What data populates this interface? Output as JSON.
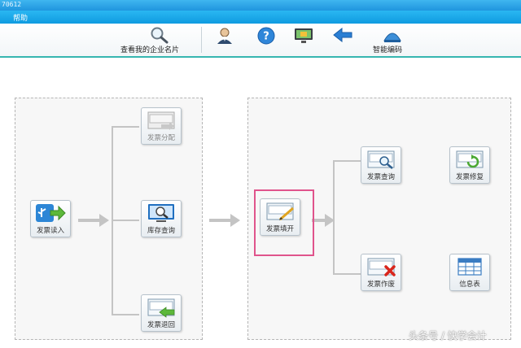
{
  "titlebar": {
    "text": "70612"
  },
  "menubar": {
    "help": "帮助"
  },
  "toolbar": {
    "card_label": "查看我的企业名片",
    "encoding_label": "智能编码"
  },
  "left_panel": {
    "read": "发票读入",
    "allocate": "发票分配",
    "stock": "库存查询",
    "return": "发票退回"
  },
  "right_panel": {
    "fill": "发票填开",
    "query": "发票查询",
    "repair": "发票修复",
    "void": "发票作废",
    "info": "信息表"
  },
  "watermark": "头条号 / 快学会计",
  "colors": {
    "menubar": "#1aa7ea",
    "accent_border": "#e0548c",
    "connector": "#c4c4c4"
  }
}
